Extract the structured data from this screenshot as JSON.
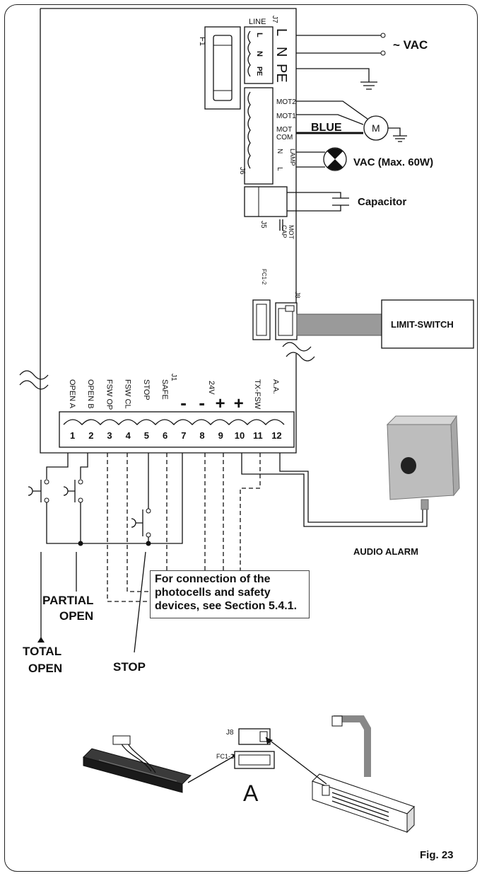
{
  "labels": {
    "line": "LINE",
    "j7": "J7",
    "l": "L",
    "n": "N",
    "pe": "PE",
    "big_l": "L",
    "big_n": "N",
    "big_pe": "PE",
    "f1": "F1",
    "vac": "~ VAC",
    "mot2": "MOT2",
    "mot1": "MOT1",
    "mot": "MOT",
    "com": "COM",
    "lamp": "LAMP",
    "lamp_n": "N",
    "lamp_l": "L",
    "blue": "BLUE",
    "m": "M",
    "lamp_spec": "VAC (Max. 60W)",
    "j6": "J6",
    "j5": "J5",
    "mot_cap_1": "MOT",
    "mot_cap_2": "CAP",
    "capacitor": "Capacitor",
    "fc12": "FC1-2",
    "j8": "J8",
    "limit_switch": "LIMIT-SWITCH",
    "j1": "J1",
    "v24": "24V",
    "audio_alarm": "AUDIO ALARM",
    "partial_1": "PARTIAL",
    "partial_2": "OPEN",
    "total_1": "TOTAL",
    "total_2": "OPEN",
    "stop": "STOP",
    "note": "For connection of the photocells and safety devices, see Section 5.4.1.",
    "inset_j8": "J8",
    "inset_fc12": "FC1-2",
    "inset_a": "A",
    "fig": "Fig. 23"
  },
  "terminals": [
    {
      "num": "1",
      "label": "OPEN A"
    },
    {
      "num": "2",
      "label": "OPEN B"
    },
    {
      "num": "3",
      "label": "FSW OP"
    },
    {
      "num": "4",
      "label": "FSW CL"
    },
    {
      "num": "5",
      "label": "STOP"
    },
    {
      "num": "6",
      "label": "SAFE"
    },
    {
      "num": "7",
      "label": "-"
    },
    {
      "num": "8",
      "label": "-"
    },
    {
      "num": "9",
      "label": "+"
    },
    {
      "num": "10",
      "label": "+"
    },
    {
      "num": "11",
      "label": "TX-FSW"
    },
    {
      "num": "12",
      "label": "A.A."
    }
  ],
  "colors": {
    "line": "#111111",
    "device_gray": "#bdbdbd",
    "cable_gray": "#9a9a9a"
  }
}
